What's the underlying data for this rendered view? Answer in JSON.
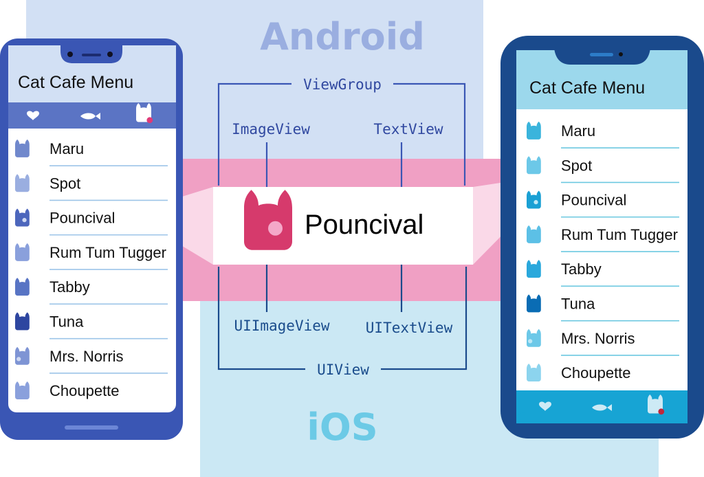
{
  "colors": {
    "android_bg": "#d2e0f4",
    "ios_bg": "#cbe8f4",
    "pink_band": "#f0a0c4",
    "android_phone": "#3a56b4",
    "ios_phone": "#1a4a8c",
    "android_code": "#3048a0",
    "ios_code": "#1a4c8c",
    "pink_cat": "#d63a6c"
  },
  "platforms": {
    "android": "Android",
    "ios": "iOS"
  },
  "labels": {
    "view_group": "ViewGroup",
    "image_view": "ImageView",
    "text_view": "TextView",
    "ui_image_view": "UIImageView",
    "ui_text_view": "UITextView",
    "ui_view": "UIView"
  },
  "center_cell": {
    "name": "Pouncival",
    "icon": "cat-head-icon"
  },
  "android_phone": {
    "title": "Cat Cafe Menu",
    "tabs": [
      {
        "icon": "heart-icon"
      },
      {
        "icon": "fish-icon"
      },
      {
        "icon": "cat-icon"
      }
    ],
    "items": [
      {
        "name": "Maru",
        "icon": "cat-maru-icon"
      },
      {
        "name": "Spot",
        "icon": "cat-spot-icon"
      },
      {
        "name": "Pouncival",
        "icon": "cat-pouncival-icon"
      },
      {
        "name": "Rum Tum Tugger",
        "icon": "cat-rum-tum-tugger-icon"
      },
      {
        "name": "Tabby",
        "icon": "cat-tabby-icon"
      },
      {
        "name": "Tuna",
        "icon": "cat-tuna-icon"
      },
      {
        "name": "Mrs. Norris",
        "icon": "cat-mrs-norris-icon"
      },
      {
        "name": "Choupette",
        "icon": "cat-choupette-icon"
      }
    ]
  },
  "ios_phone": {
    "title": "Cat Cafe Menu",
    "tabs": [
      {
        "icon": "heart-icon"
      },
      {
        "icon": "fish-icon"
      },
      {
        "icon": "cat-icon"
      }
    ],
    "items": [
      {
        "name": "Maru",
        "icon": "cat-maru-icon"
      },
      {
        "name": "Spot",
        "icon": "cat-spot-icon"
      },
      {
        "name": "Pouncival",
        "icon": "cat-pouncival-icon"
      },
      {
        "name": "Rum Tum Tugger",
        "icon": "cat-rum-tum-tugger-icon"
      },
      {
        "name": "Tabby",
        "icon": "cat-tabby-icon"
      },
      {
        "name": "Tuna",
        "icon": "cat-tuna-icon"
      },
      {
        "name": "Mrs. Norris",
        "icon": "cat-mrs-norris-icon"
      },
      {
        "name": "Choupette",
        "icon": "cat-choupette-icon"
      }
    ]
  }
}
